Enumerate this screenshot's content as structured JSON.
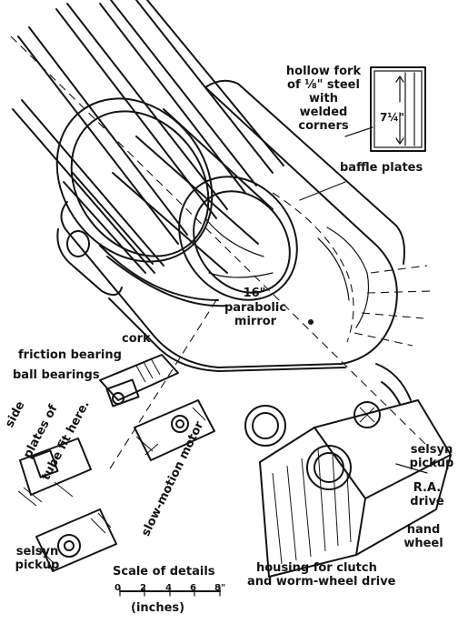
{
  "labels": {
    "hollow_fork_1": "hollow fork",
    "hollow_fork_2": "of ⅛\" steel",
    "hollow_fork_3": "with",
    "hollow_fork_4": "welded",
    "hollow_fork_5": "corners",
    "fork_dimension": "7¼\"",
    "baffle_plates": "baffle plates",
    "mirror_size": "16\"",
    "mirror_1": "parabolic",
    "mirror_2": "mirror",
    "cork": "cork",
    "friction_bearing": "friction bearing",
    "ball_bearings": "ball bearings",
    "side_plates_1": "side",
    "side_plates_2": "plates of",
    "side_plates_3": "tube fit here.",
    "slow_motion_motor": "slow-motion motor",
    "selsyn_left_1": "selsyn",
    "selsyn_left_2": "pickup",
    "selsyn_right_1": "selsyn",
    "selsyn_right_2": "pickup",
    "ra_drive_1": "R.A.",
    "ra_drive_2": "drive",
    "hand_wheel_1": "hand",
    "hand_wheel_2": "wheel",
    "housing_1": "housing for clutch",
    "housing_2": "and worm-wheel drive",
    "scale_title": "Scale of details",
    "scale_units": "(inches)"
  },
  "scale_ticks": [
    "0",
    "2",
    "4",
    "6",
    "8\""
  ],
  "colors": {
    "ink": "#141414",
    "paper": "#ffffff"
  }
}
